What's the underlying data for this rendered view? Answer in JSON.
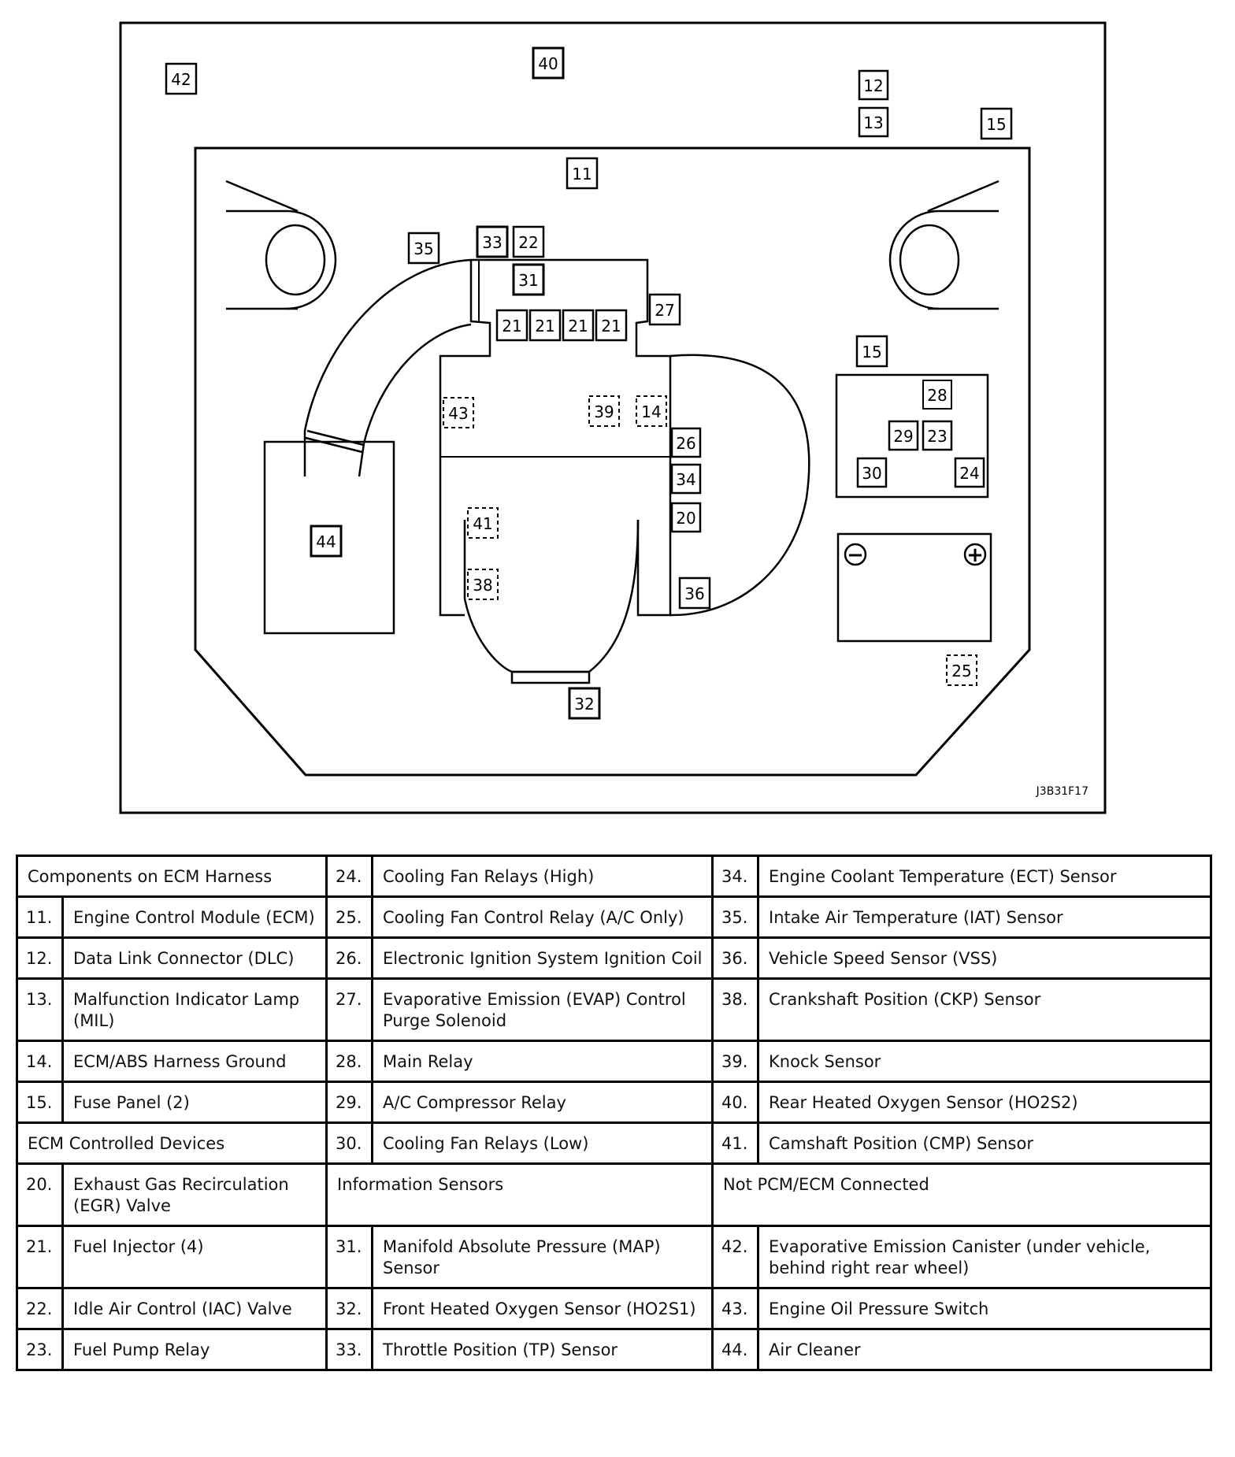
{
  "figure_ref": "J3B31F17",
  "callouts": {
    "c11": "11",
    "c12": "12",
    "c13": "13",
    "c14": "14",
    "c15": "15",
    "c20": "20",
    "c21": "21",
    "c22": "22",
    "c23": "23",
    "c24": "24",
    "c25": "25",
    "c26": "26",
    "c27": "27",
    "c28": "28",
    "c29": "29",
    "c30": "30",
    "c31": "31",
    "c32": "32",
    "c33": "33",
    "c34": "34",
    "c35": "35",
    "c36": "36",
    "c38": "38",
    "c39": "39",
    "c40": "40",
    "c41": "41",
    "c42": "42",
    "c43": "43",
    "c44": "44"
  },
  "battery": {
    "neg": "−",
    "pos": "+"
  },
  "legend": {
    "sec_harness": "Components on ECM Harness",
    "sec_devices": "ECM Controlled Devices",
    "sec_info": "Information Sensors",
    "sec_notconn": "Not PCM/ECM Connected",
    "items": {
      "i11": {
        "num": "11.",
        "label": "Engine Control Module (ECM)"
      },
      "i12": {
        "num": "12.",
        "label": "Data Link Connector (DLC)"
      },
      "i13": {
        "num": "13.",
        "label": "Malfunction Indicator Lamp (MIL)"
      },
      "i14": {
        "num": "14.",
        "label": "ECM/ABS Harness Ground"
      },
      "i15": {
        "num": "15.",
        "label": "Fuse Panel (2)"
      },
      "i20": {
        "num": "20.",
        "label": "Exhaust Gas Recirculation (EGR) Valve"
      },
      "i21": {
        "num": "21.",
        "label": "Fuel Injector (4)"
      },
      "i22": {
        "num": "22.",
        "label": "Idle Air Control (IAC) Valve"
      },
      "i23": {
        "num": "23.",
        "label": "Fuel Pump Relay"
      },
      "i24": {
        "num": "24.",
        "label": "Cooling Fan Relays (High)"
      },
      "i25": {
        "num": "25.",
        "label": "Cooling Fan Control Relay (A/C Only)"
      },
      "i26": {
        "num": "26.",
        "label": "Electronic Ignition System Ignition Coil"
      },
      "i27": {
        "num": "27.",
        "label": "Evaporative Emission (EVAP) Control Purge Solenoid"
      },
      "i28": {
        "num": "28.",
        "label": "Main Relay"
      },
      "i29": {
        "num": "29.",
        "label": "A/C Compressor Relay"
      },
      "i30": {
        "num": "30.",
        "label": "Cooling Fan Relays (Low)"
      },
      "i31": {
        "num": "31.",
        "label": "Manifold Absolute Pressure (MAP) Sensor"
      },
      "i32": {
        "num": "32.",
        "label": "Front Heated Oxygen Sensor (HO2S1)"
      },
      "i33": {
        "num": "33.",
        "label": "Throttle Position (TP) Sensor"
      },
      "i34": {
        "num": "34.",
        "label": "Engine Coolant Temperature (ECT) Sensor"
      },
      "i35": {
        "num": "35.",
        "label": "Intake Air Temperature (IAT) Sensor"
      },
      "i36": {
        "num": "36.",
        "label": "Vehicle Speed Sensor (VSS)"
      },
      "i38": {
        "num": "38.",
        "label": "Crankshaft Position (CKP) Sensor"
      },
      "i39": {
        "num": "39.",
        "label": "Knock Sensor"
      },
      "i40": {
        "num": "40.",
        "label": "Rear Heated Oxygen Sensor (HO2S2)"
      },
      "i41": {
        "num": "41.",
        "label": "Camshaft Position (CMP) Sensor"
      },
      "i42": {
        "num": "42.",
        "label": "Evaporative Emission Canister (under vehicle, behind right rear wheel)"
      },
      "i43": {
        "num": "43.",
        "label": "Engine Oil Pressure Switch"
      },
      "i44": {
        "num": "44.",
        "label": "Air Cleaner"
      }
    }
  }
}
